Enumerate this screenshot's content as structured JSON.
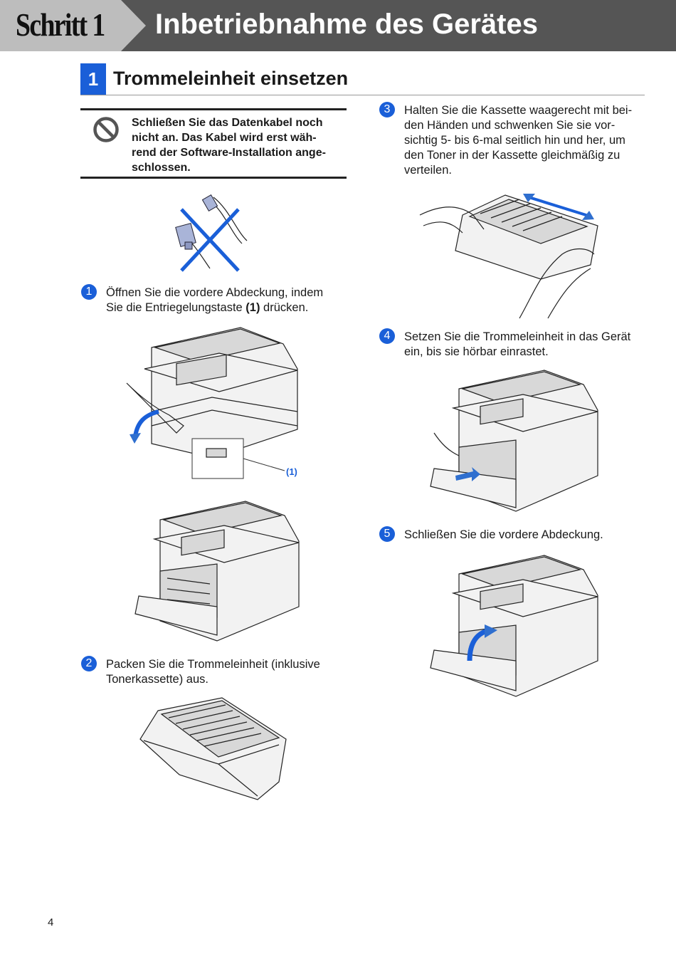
{
  "header": {
    "step_label": "Schritt 1",
    "title": "Inbetriebnahme des Gerätes"
  },
  "section": {
    "number": "1",
    "title": "Trommeleinheit einsetzen"
  },
  "warning": {
    "lines": [
      "Schließen Sie das Datenkabel noch",
      "nicht an. Das Kabel wird erst wäh-",
      "rend der Software-Installation ange-",
      "schlossen."
    ]
  },
  "steps": [
    {
      "number": "1",
      "lines": [
        "Öffnen Sie die vordere Abdeckung, indem"
      ],
      "line2_pre": "Sie die Entriegelungstaste ",
      "line2_bold": "(1)",
      "line2_post": " drücken.",
      "callout": "(1)"
    },
    {
      "number": "2",
      "lines": [
        "Packen Sie die Trommeleinheit (inklusive",
        "Tonerkassette) aus."
      ]
    },
    {
      "number": "3",
      "lines": [
        "Halten Sie die Kassette waagerecht mit bei-",
        "den Händen und schwenken Sie sie vor-",
        "sichtig 5- bis 6-mal seitlich hin und her, um",
        "den Toner in der Kassette gleichmäßig zu",
        "verteilen."
      ]
    },
    {
      "number": "4",
      "lines": [
        "Setzen Sie die Trommeleinheit in das Gerät",
        "ein, bis sie hörbar einrastet."
      ]
    },
    {
      "number": "5",
      "lines": [
        "Schließen Sie die vordere Abdeckung."
      ]
    }
  ],
  "page_number": "4",
  "colors": {
    "accent": "#1a5fd8",
    "header_band": "#555555",
    "header_step": "#bdbdbd"
  }
}
